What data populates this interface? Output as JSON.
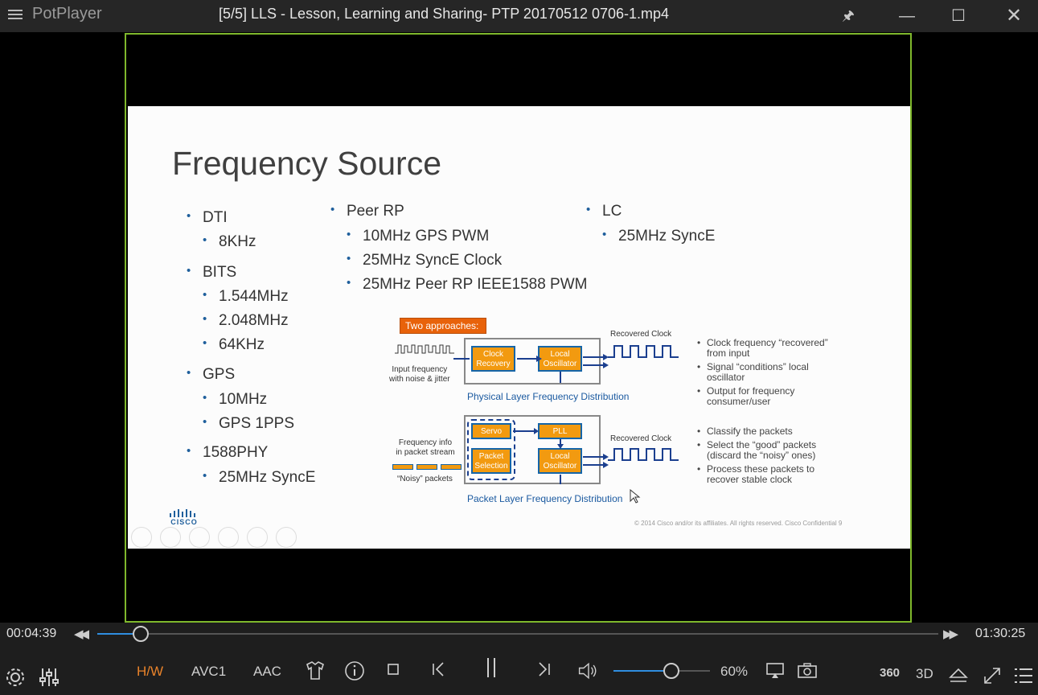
{
  "app": {
    "name": "PotPlayer",
    "window_title": "[5/5] LLS - Lesson, Learning and Sharing- PTP 20170512 0706-1.mp4"
  },
  "slide": {
    "title": "Frequency Source",
    "col1": [
      {
        "level": 1,
        "text": "DTI"
      },
      {
        "level": 2,
        "text": "8KHz"
      },
      {
        "level": 1,
        "text": "BITS"
      },
      {
        "level": 2,
        "text": "1.544MHz"
      },
      {
        "level": 2,
        "text": "2.048MHz"
      },
      {
        "level": 2,
        "text": "64KHz"
      },
      {
        "level": 1,
        "text": "GPS"
      },
      {
        "level": 2,
        "text": "10MHz"
      },
      {
        "level": 2,
        "text": "GPS 1PPS"
      },
      {
        "level": 1,
        "text": "1588PHY"
      },
      {
        "level": 2,
        "text": "25MHz SyncE"
      }
    ],
    "col2": [
      {
        "level": 1,
        "text": "Peer RP"
      },
      {
        "level": 2,
        "text": "10MHz GPS PWM"
      },
      {
        "level": 2,
        "text": "25MHz SyncE Clock"
      },
      {
        "level": 2,
        "text": "25MHz Peer RP IEEE1588 PWM"
      }
    ],
    "col3": [
      {
        "level": 1,
        "text": "LC"
      },
      {
        "level": 2,
        "text": "25MHz SyncE"
      }
    ],
    "diagram": {
      "tag": "Two approaches:",
      "physical": {
        "input_label": "Input frequency\nwith noise & jitter",
        "box1": "Clock\nRecovery",
        "box2": "Local\nOscillator",
        "recovered": "Recovered Clock",
        "caption": "Physical Layer Frequency Distribution",
        "notes": [
          "Clock frequency “recovered” from input",
          "Signal “conditions” local oscillator",
          "Output for frequency consumer/user"
        ]
      },
      "packet": {
        "input_label": "Frequency info\nin packet stream",
        "noisy_label": "“Noisy” packets",
        "box_servo": "Servo",
        "box_sel": "Packet\nSelection",
        "box_pll": "PLL",
        "box_osc": "Local\nOscillator",
        "recovered": "Recovered Clock",
        "caption": "Packet Layer Frequency Distribution",
        "notes": [
          "Classify the packets",
          "Select the “good” packets (discard the “noisy” ones)",
          "Process these packets to recover stable clock"
        ]
      }
    },
    "logo_text": "CISCO",
    "footer": "© 2014  Cisco and/or its affiliates. All rights reserved.   Cisco Confidential        9"
  },
  "playback": {
    "current_time": "00:04:39",
    "total_time": "01:30:25",
    "progress": 0.0515
  },
  "controls": {
    "hw": "H/W",
    "video_codec": "AVC1",
    "audio_codec": "AAC",
    "volume_label": "60%",
    "volume": 0.6,
    "label_360": "360",
    "label_3d": "3D"
  },
  "colors": {
    "accent": "#2f8ee0",
    "hw_active": "#e8822a",
    "frame_border": "#7fb82c",
    "slide_orange": "#f29a10"
  }
}
